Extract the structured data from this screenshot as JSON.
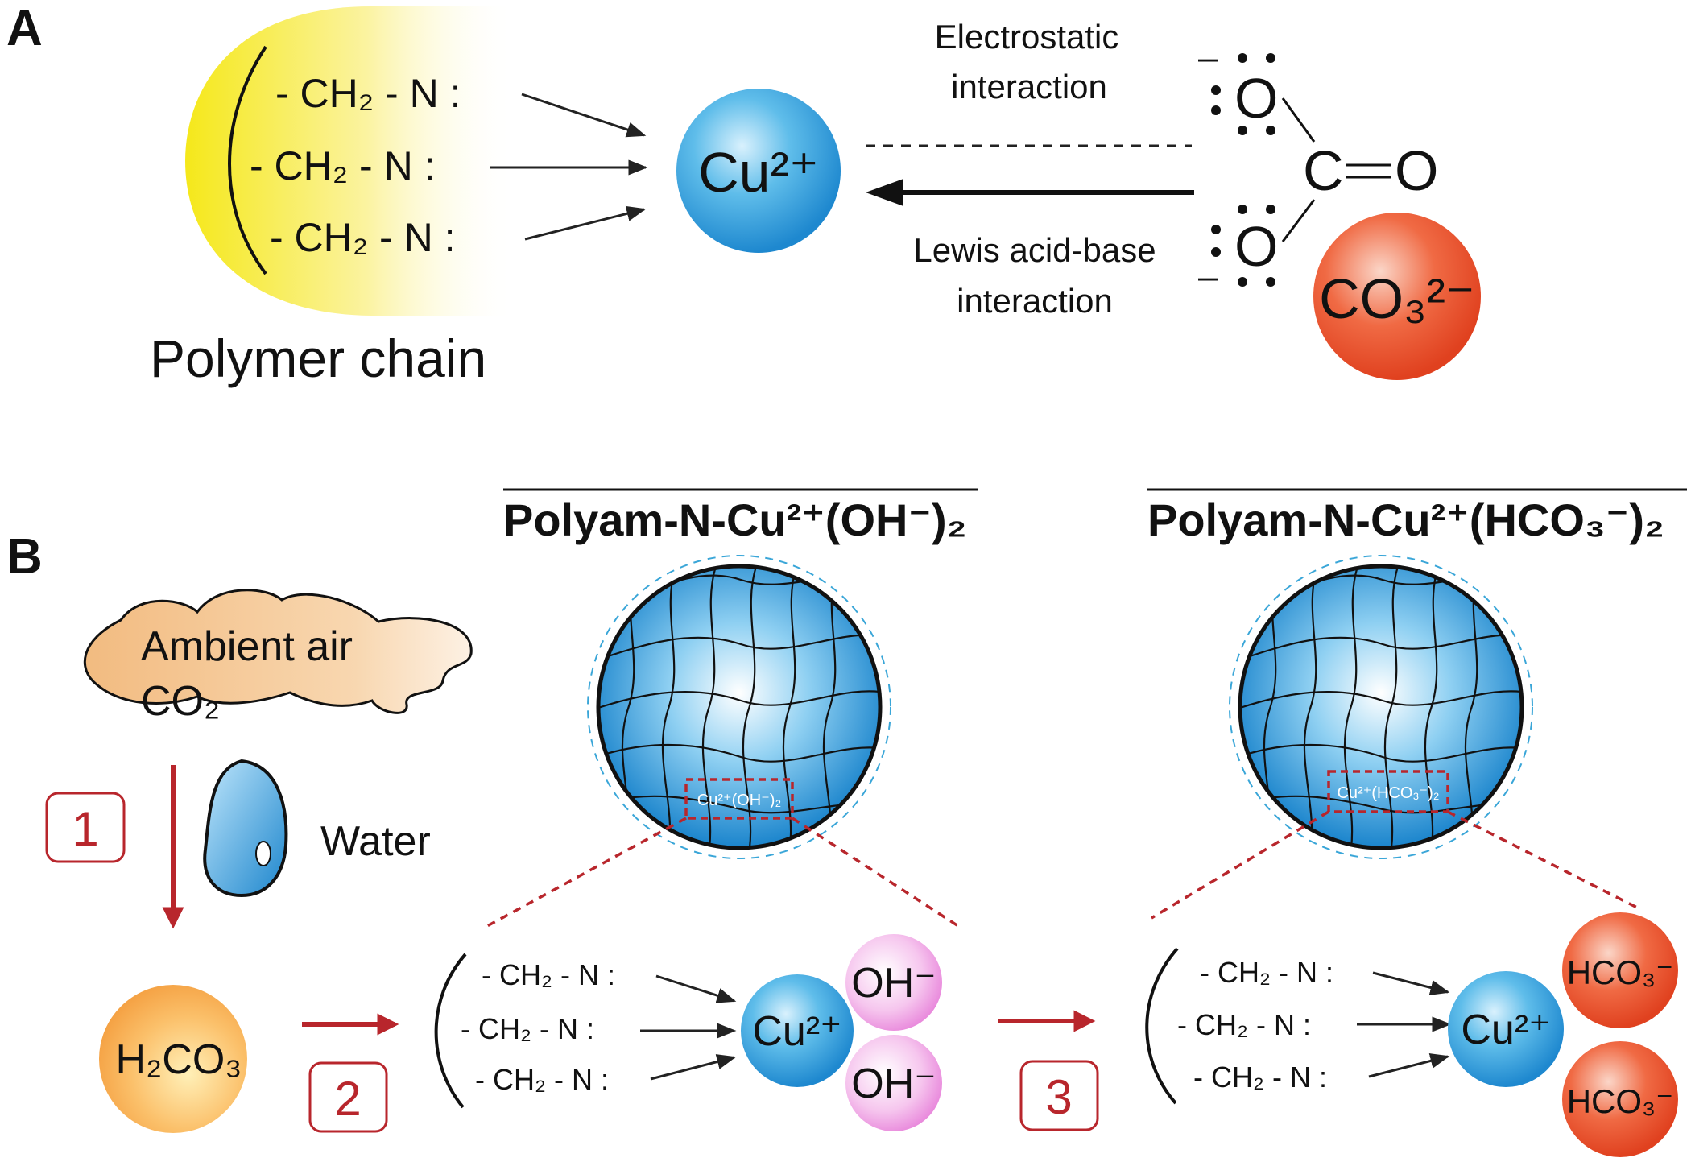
{
  "panel_a": {
    "label": "A",
    "chain_groups": [
      "- CH₂ - N :",
      "- CH₂ - N :",
      "- CH₂ - N :"
    ],
    "chain_caption": "Polymer chain",
    "cu_ion": "Cu²⁺",
    "electrostatic": [
      "Electrostatic",
      "interaction"
    ],
    "lewis": [
      "Lewis acid-base",
      "interaction"
    ],
    "carbonate_atoms": {
      "o_top": "O",
      "o_bottom": "O",
      "carbon": "C",
      "o_double": "O",
      "minus": "–"
    },
    "carbonate_ion": "CO₃²⁻"
  },
  "panel_b": {
    "label": "B",
    "cloud": [
      "Ambient air",
      "CO₂"
    ],
    "water": "Water",
    "steps": [
      "1",
      "2",
      "3"
    ],
    "acid": "H₂CO₃",
    "particle_1": {
      "title": "Polyam-N-Cu²⁺(OH⁻)₂",
      "box_label": "Cu²⁺(OH⁻)₂"
    },
    "particle_2": {
      "title": "Polyam-N-Cu²⁺(HCO₃⁻)₂",
      "box_label": "Cu²⁺(HCO₃⁻)₂"
    },
    "chain_groups": [
      "- CH₂ - N :",
      "- CH₂ - N :",
      "- CH₂ - N :"
    ],
    "cu_ion": "Cu²⁺",
    "hydroxide": [
      "OH⁻",
      "OH⁻"
    ],
    "bicarbonate": [
      "HCO₃⁻",
      "HCO₃⁻"
    ]
  },
  "colors": {
    "cu_blue": "#2b9ad8",
    "carbonate_red": "#e8512b",
    "hydroxide_pink": "#e77fd6",
    "acid_orange": "#f39a3a",
    "step_red": "#b8262c",
    "polymer_yellow": "#f7ea1c",
    "cloud_tan": "#f4c48e"
  }
}
